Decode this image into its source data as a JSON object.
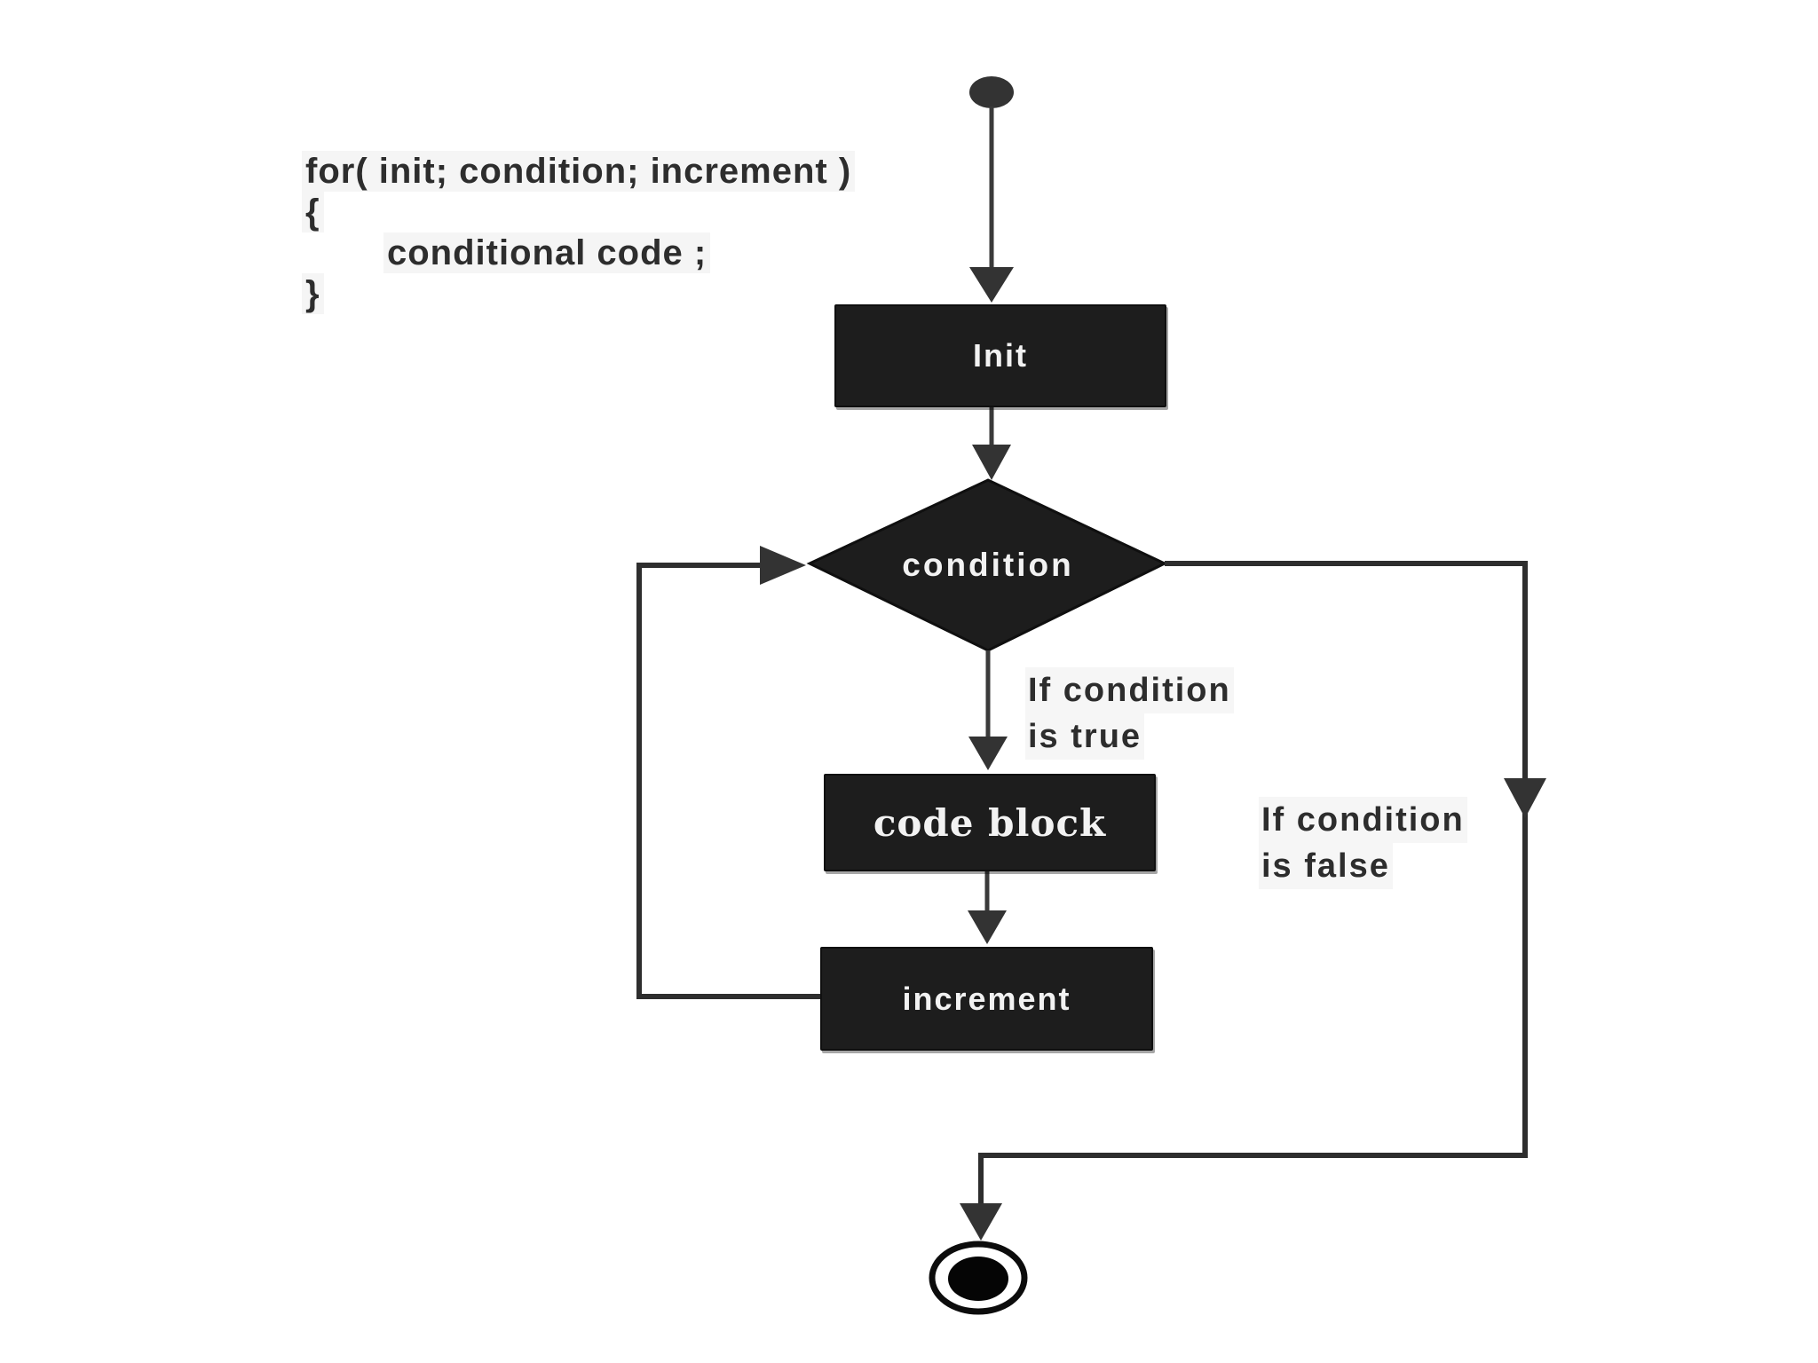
{
  "code_snippet": {
    "line1": "for( init; condition; increment )",
    "line2": "{",
    "line3": "conditional code ;",
    "line4": "}"
  },
  "flowchart": {
    "init_label": "Init",
    "condition_label": "condition",
    "code_block_label": "code block",
    "increment_label": "increment",
    "true_branch": {
      "line1": "If condition",
      "line2": "is true"
    },
    "false_branch": {
      "line1": "If condition",
      "line2": "is false"
    }
  },
  "colors": {
    "background": "#ffffff",
    "node_fill": "#1d1d1d",
    "node_text": "#f2f2f2",
    "connector_line": "#3a3a3a",
    "annotation_text": "#2d2d2d"
  }
}
